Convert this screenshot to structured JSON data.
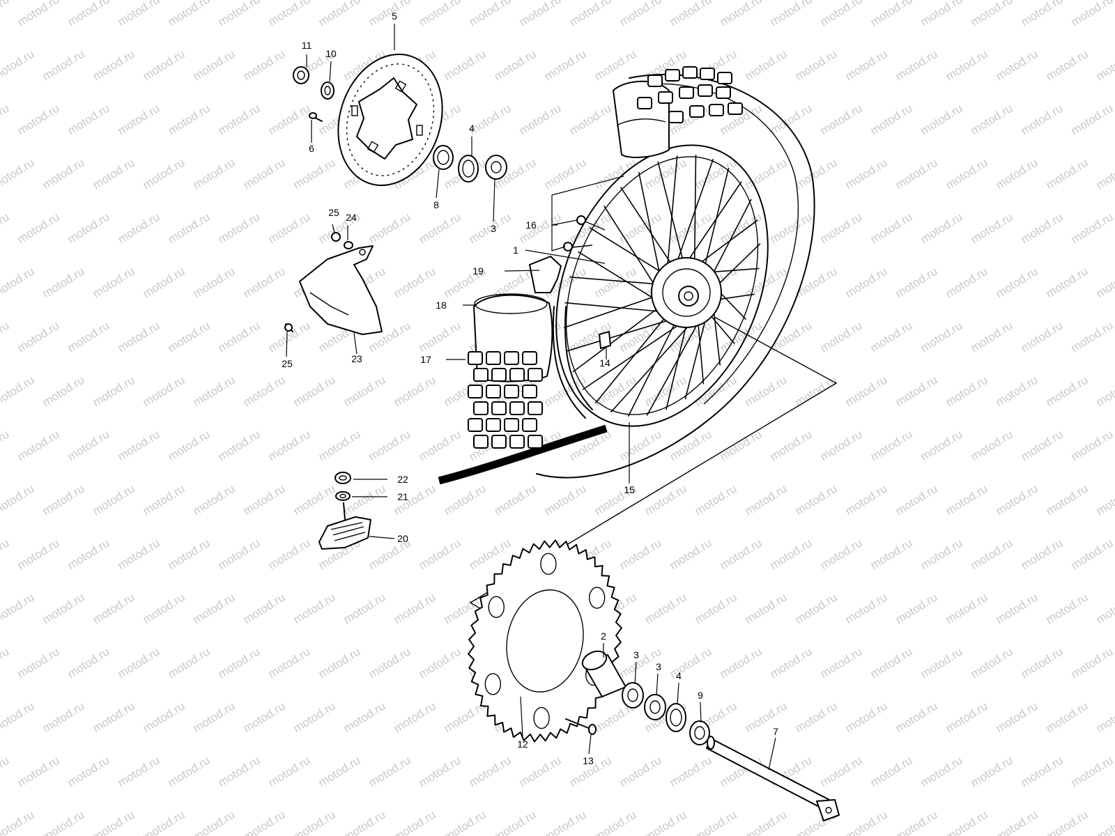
{
  "watermark": "motod.ru",
  "callouts": {
    "c1": "1",
    "c2": "2",
    "c3a": "3",
    "c3b": "3",
    "c3c": "3",
    "c4a": "4",
    "c4b": "4",
    "c5": "5",
    "c6": "6",
    "c7": "7",
    "c8": "8",
    "c9": "9",
    "c10": "10",
    "c11": "11",
    "c12": "12",
    "c13": "13",
    "c14": "14",
    "c15": "15",
    "c16": "16",
    "c17": "17",
    "c18": "18",
    "c19": "19",
    "c20": "20",
    "c21": "21",
    "c22": "22",
    "c23": "23",
    "c24": "24",
    "c25a": "25",
    "c25b": "25"
  }
}
